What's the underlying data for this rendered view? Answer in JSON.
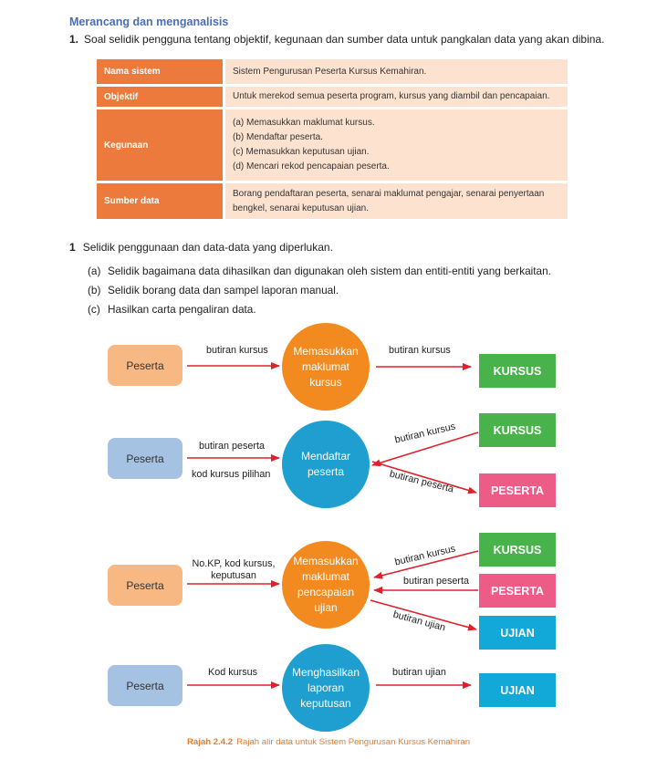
{
  "section_title": "Merancang dan menganalisis",
  "question": {
    "num": "1.",
    "text": "Soal selidik pengguna tentang objektif, kegunaan dan sumber data untuk pangkalan data yang akan dibina."
  },
  "table": {
    "system_key": "Nama sistem",
    "system_val": "Sistem Pengurusan Peserta Kursus Kemahiran.",
    "objective_key": "Objektif",
    "objective_val": "Untuk merekod semua peserta program, kursus yang diambil dan pencapaian.",
    "uses_key": "Kegunaan",
    "uses": [
      "(a) Memasukkan maklumat kursus.",
      "(b) Mendaftar peserta.",
      "(c) Memasukkan keputusan ujian.",
      "(d) Mencari rekod pencapaian peserta."
    ],
    "source_key": "Sumber data",
    "source_val_1": "Borang pendaftaran peserta, senarai maklumat pengajar, senarai penyertaan",
    "source_val_2": "bengkel, senarai keputusan ujian."
  },
  "step": {
    "num": "1",
    "text": "Selidik penggunaan dan data-data yang diperlukan.",
    "subs": [
      {
        "letter": "(a)",
        "text": "Selidik bagaimana data dihasilkan dan digunakan oleh sistem dan entiti-entiti yang berkaitan."
      },
      {
        "letter": "(b)",
        "text": "Selidik borang data dan sampel laporan manual."
      },
      {
        "letter": "(c)",
        "text": "Hasilkan carta pengaliran data."
      }
    ]
  },
  "diagram": {
    "row1": {
      "source": "Peserta",
      "in_label": "butiran kursus",
      "process": [
        "Memasukkan",
        "maklumat",
        "kursus"
      ],
      "out_label": "butiran kursus",
      "store": "KURSUS"
    },
    "row2": {
      "source": "Peserta",
      "in_label_1": "butiran peserta",
      "in_label_2": "kod kursus pilihan",
      "process": [
        "Mendaftar",
        "peserta"
      ],
      "store_in_label": "butiran kursus",
      "store_in": "KURSUS",
      "out_label": "butiran peserta",
      "store_out": "PESERTA"
    },
    "row3": {
      "source": "Peserta",
      "in_label_1": "No.KP, kod kursus,",
      "in_label_2": "keputusan",
      "process": [
        "Memasukkan",
        "maklumat",
        "pencapaian",
        "ujian"
      ],
      "store_in_1_label": "butiran kursus",
      "store_in_1": "KURSUS",
      "store_in_2_label": "butiran peserta",
      "store_in_2": "PESERTA",
      "out_label": "butiran ujian",
      "store_out": "UJIAN"
    },
    "row4": {
      "source": "Peserta",
      "in_label": "Kod kursus",
      "process": [
        "Menghasilkan",
        "laporan",
        "keputusan"
      ],
      "out_label": "butiran ujian",
      "store": "UJIAN"
    }
  },
  "caption": {
    "fig": "Rajah 2.4.2",
    "text": "Rajah alir data untuk Sistem Pengurusan Kursus Kemahiran"
  },
  "colors": {
    "arrow": "#e0202a",
    "orange": "#f28a1f",
    "teal": "#1e9fcf",
    "green": "#47b34a",
    "pink": "#ec5c86"
  }
}
